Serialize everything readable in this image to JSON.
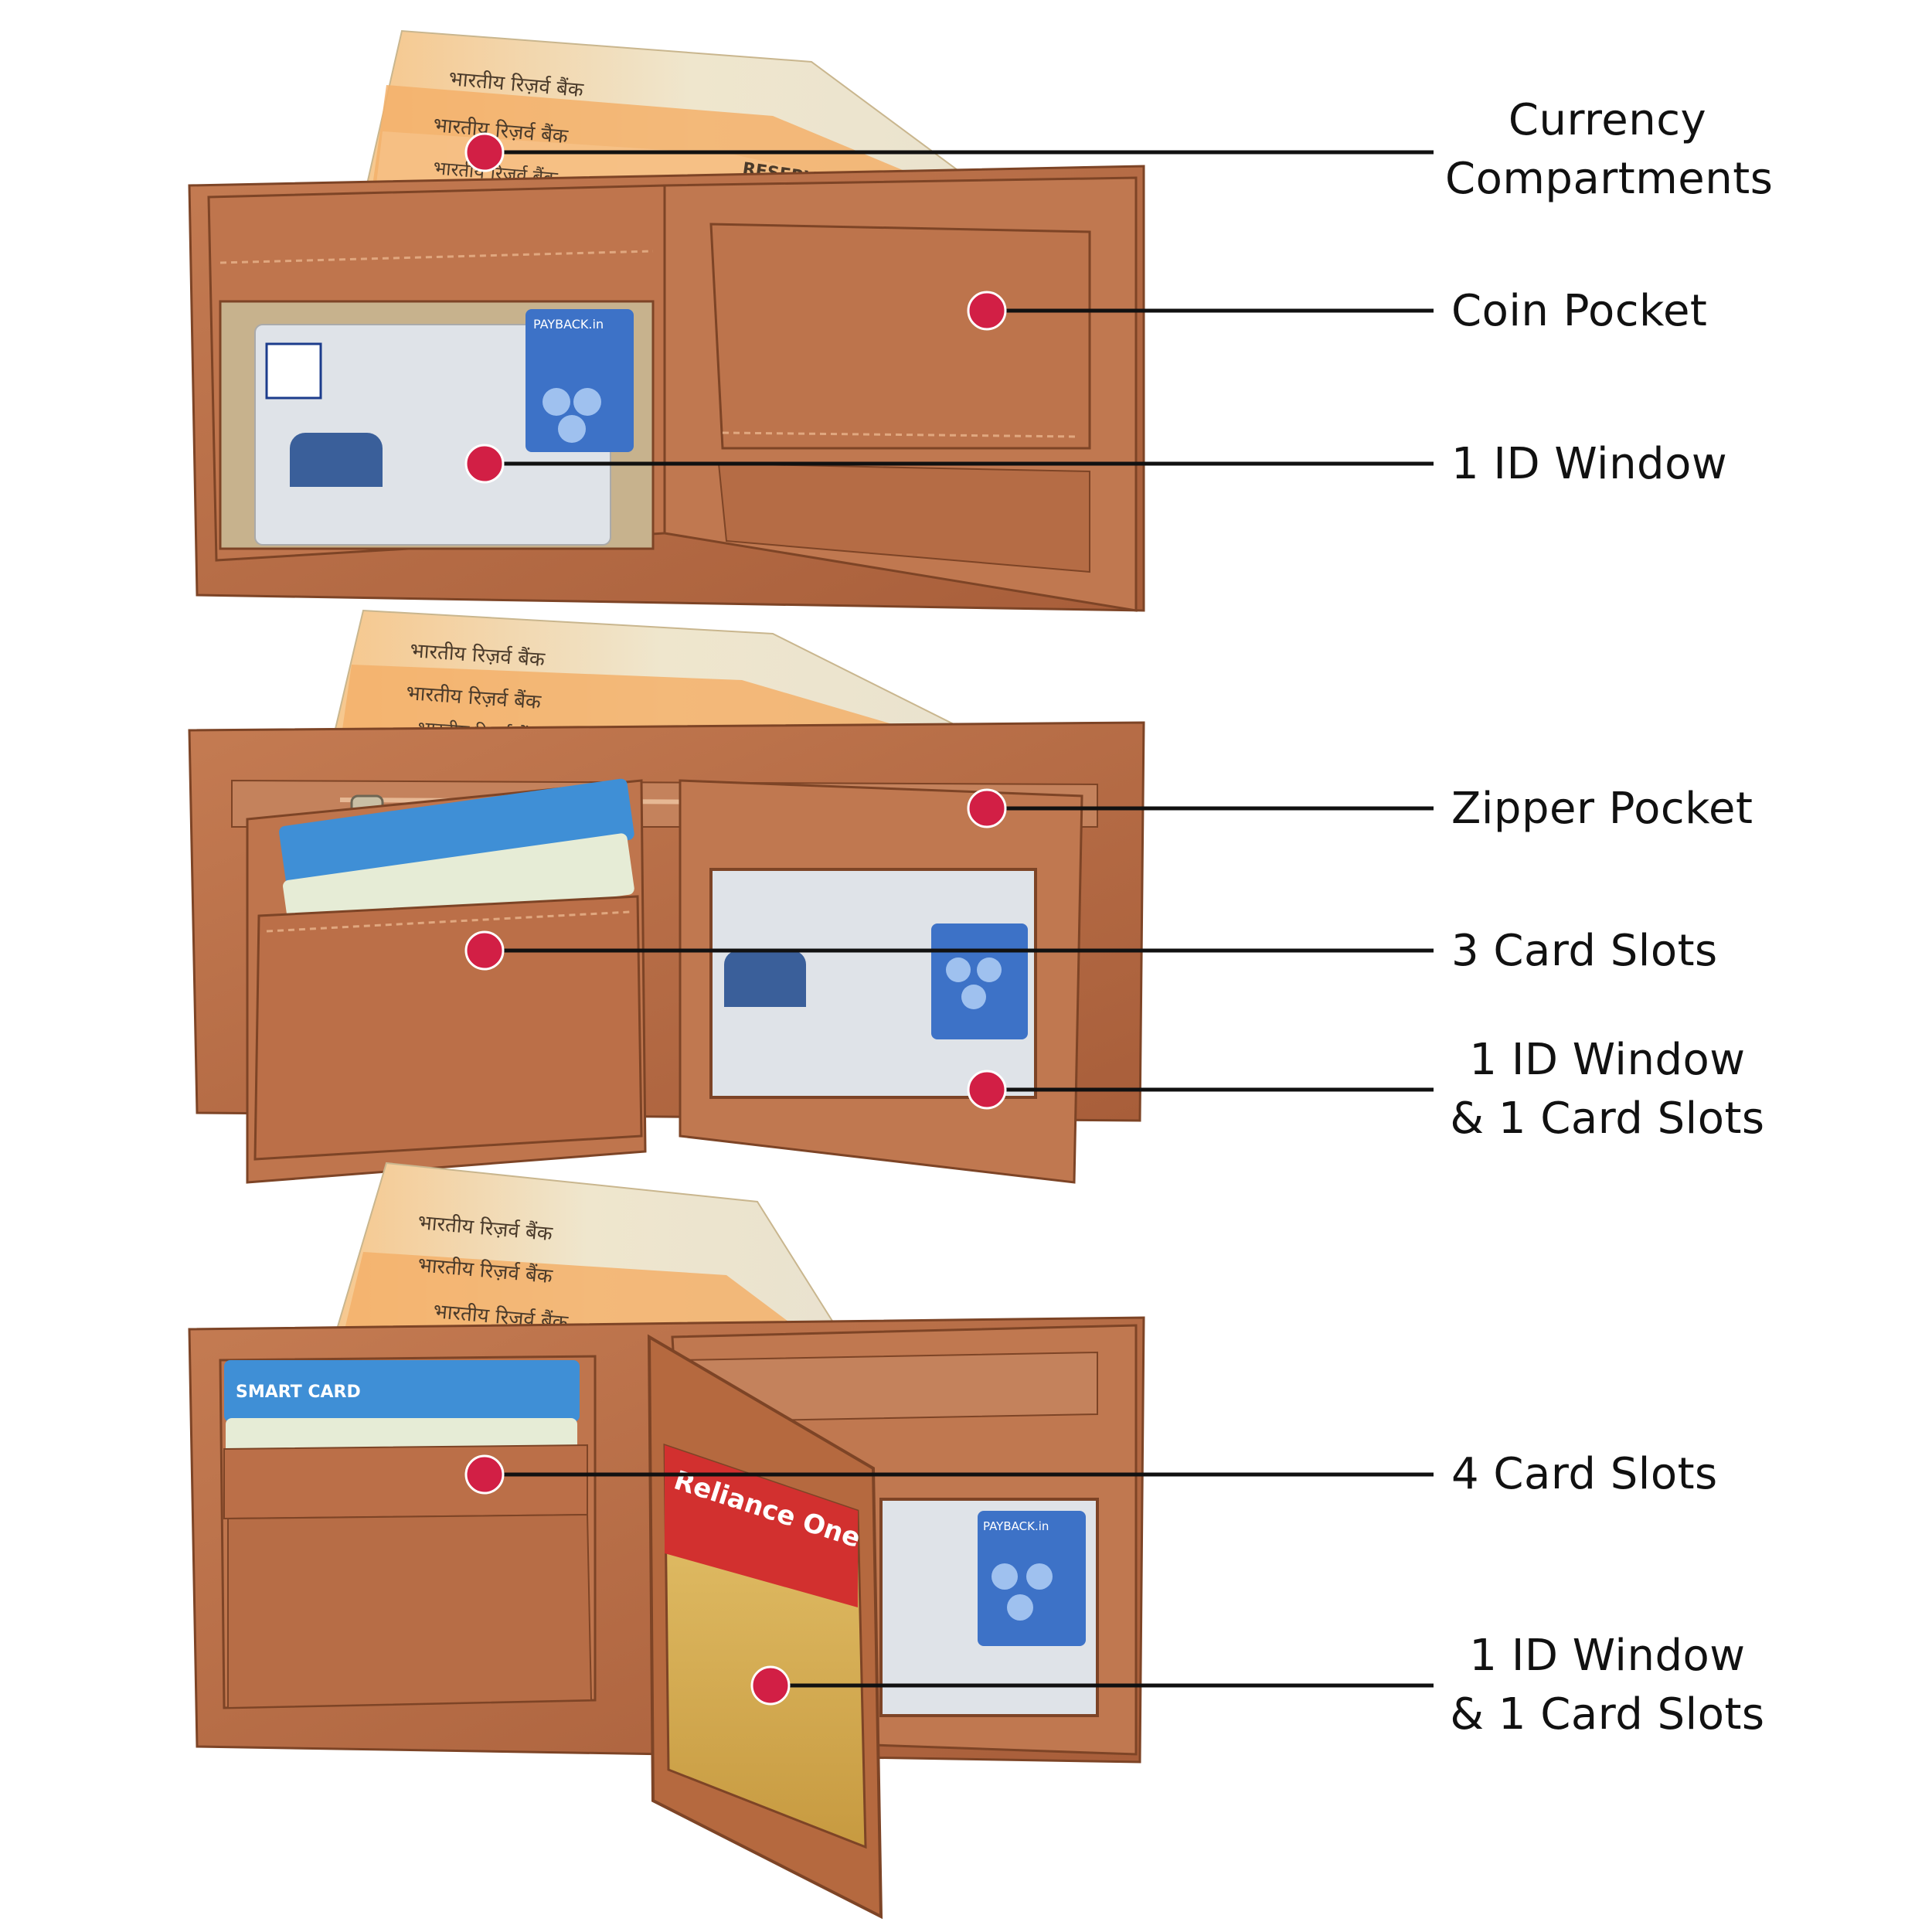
{
  "colors": {
    "leather": "#b66a43",
    "leather_dark": "#8f4e2e",
    "leather_light": "#c98058",
    "leader_line": "#111111",
    "dot": "#d21f45",
    "note_cream": "#efe6cd",
    "note_orange": "#f0a055",
    "card_blue": "#3b72c9",
    "card_silver": "#d9dde3",
    "card_red": "#d2302f",
    "card_gold": "#d7b45d"
  },
  "images": {
    "wallet_top": {
      "kind": "photo",
      "description_icon": "wallet-open-with-coin-pocket-icon"
    },
    "wallet_middle": {
      "kind": "photo",
      "description_icon": "wallet-open-with-zipper-pocket-icon"
    },
    "wallet_bottom": {
      "kind": "photo",
      "description_icon": "wallet-open-with-flap-icon"
    }
  },
  "note_prints": {
    "rbi_hindi": "भारतीय रिज़र्व बैंक",
    "rbi_english": "RESERVE BANK",
    "payback": "PAYBACK.in",
    "smart_card": "SMART CARD",
    "reliance": "Reliance One"
  },
  "callouts": [
    {
      "id": "currency",
      "lines": [
        "Currency",
        "Compartments"
      ]
    },
    {
      "id": "coin",
      "lines": [
        "Coin Pocket"
      ]
    },
    {
      "id": "id-window-1",
      "lines": [
        "1 ID Window"
      ]
    },
    {
      "id": "zipper",
      "lines": [
        "Zipper Pocket"
      ]
    },
    {
      "id": "card-slots-3",
      "lines": [
        "3 Card Slots"
      ]
    },
    {
      "id": "id-window-2",
      "lines": [
        "1 ID Window",
        "& 1 Card Slots"
      ]
    },
    {
      "id": "card-slots-4",
      "lines": [
        "4 Card Slots"
      ]
    },
    {
      "id": "id-window-3",
      "lines": [
        "1 ID Window",
        "& 1 Card Slots"
      ]
    }
  ]
}
